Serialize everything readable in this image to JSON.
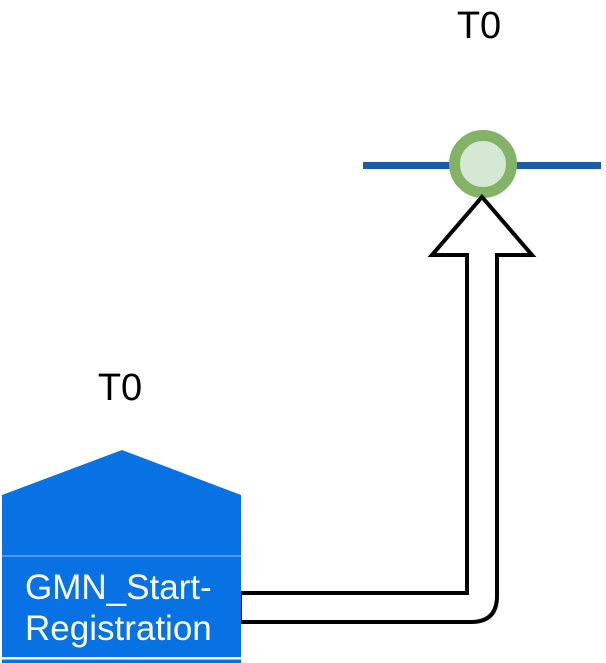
{
  "diagram": {
    "top_annotation": "T0",
    "bottom_annotation": "T0",
    "start_node": {
      "label_line1": "GMN_Start-",
      "label_line2": "Registration"
    },
    "colors": {
      "node_blue": "#0872E4",
      "line_blue": "#1F5AA8",
      "place_fill": "#D5E8D4",
      "place_stroke": "#82B366",
      "arrow_fill": "#FFFFFF",
      "arrow_stroke": "#000000",
      "annotation_color": "#000000",
      "node_text_color": "#FFFFFF"
    }
  }
}
